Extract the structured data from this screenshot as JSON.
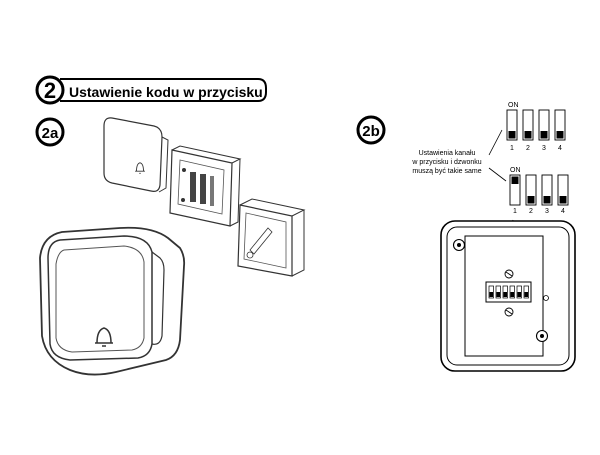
{
  "header": {
    "step_number": "2",
    "title": "Ustawienie kodu w przycisku"
  },
  "section_a": {
    "label": "2a"
  },
  "section_b": {
    "label": "2b",
    "note_lines": [
      "Ustawienia kanału",
      "w przycisku i dzwonku",
      "muszą być takie same"
    ],
    "switch_top": {
      "on_label": "ON",
      "numbers": [
        "1",
        "2",
        "3",
        "4"
      ]
    },
    "switch_bottom": {
      "on_label": "ON",
      "numbers": [
        "1",
        "2",
        "3",
        "4"
      ]
    }
  },
  "icons": [
    "bell-icon",
    "screw-icon"
  ]
}
